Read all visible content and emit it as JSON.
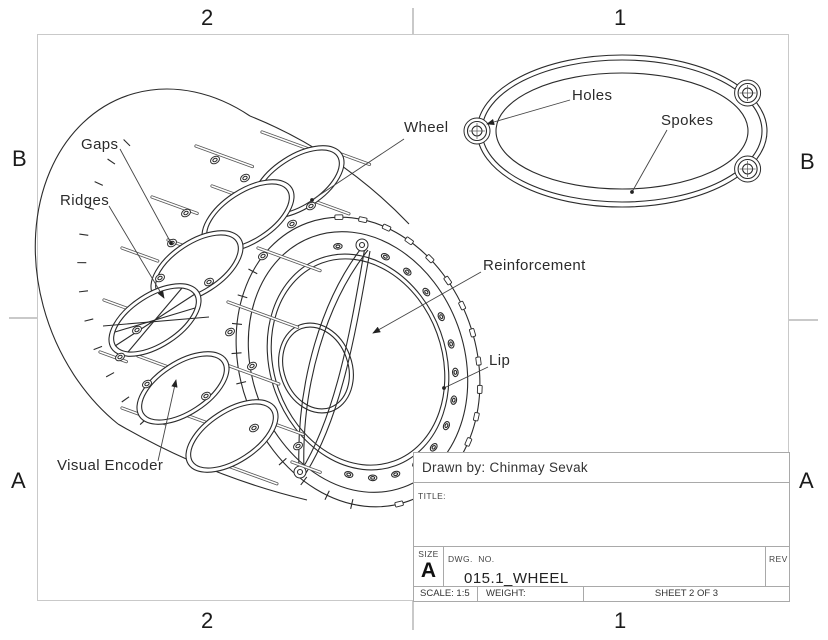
{
  "sheet": {
    "zones": {
      "top": [
        "2",
        "1"
      ],
      "bottom": [
        "2",
        "1"
      ],
      "left": [
        "B",
        "A"
      ],
      "right": [
        "B",
        "A"
      ]
    },
    "labels": {
      "gaps": "Gaps",
      "ridges": "Ridges",
      "wheel": "Wheel",
      "holes": "Holes",
      "spokes": "Spokes",
      "reinforcement": "Reinforcement",
      "lip": "Lip",
      "visual_encoder": "Visual Encoder"
    },
    "title_block": {
      "drawn_by": "Drawn by: Chinmay Sevak",
      "title_label": "TITLE:",
      "size_label": "SIZE",
      "size_value": "A",
      "dwg_label": "DWG.  NO.",
      "dwg_value": "015.1_WHEEL",
      "rev_label": "REV",
      "scale": "SCALE: 1:5",
      "weight": "WEIGHT:",
      "sheet": "SHEET 2 OF 3"
    },
    "colors": {
      "drawing_line": "#2b2b2b",
      "frame": "#c9c9c9",
      "background": "#ffffff"
    }
  }
}
